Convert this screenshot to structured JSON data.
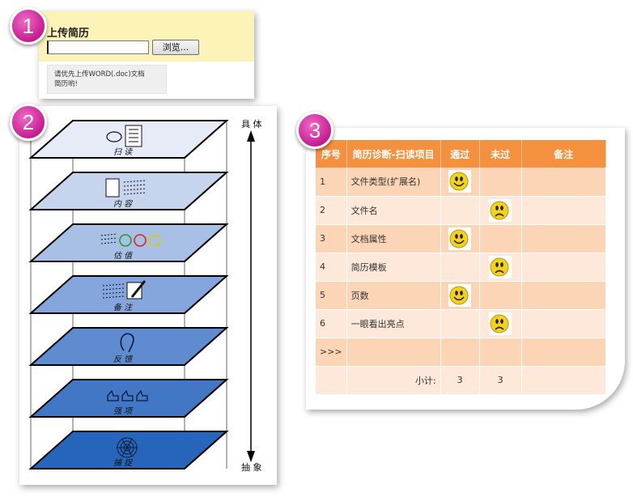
{
  "badges": [
    "1",
    "2",
    "3"
  ],
  "upload": {
    "title": "上传简历",
    "file_value": "",
    "browse_label": "浏览...",
    "hint_line1": "请优先上传WORD(.doc)文档",
    "hint_line2": "简历哟!"
  },
  "layers": {
    "axis_top": "具 体",
    "axis_bottom": "抽 象",
    "items": [
      {
        "label": "扫 读",
        "icon": "scan-document-icon",
        "color": "#e7ebf8"
      },
      {
        "label": "内 容",
        "icon": "content-list-icon",
        "color": "#c7d4ee"
      },
      {
        "label": "估 值",
        "icon": "evaluation-faces-icon",
        "color": "#a8c0e6"
      },
      {
        "label": "备 注",
        "icon": "notes-pen-icon",
        "color": "#85a6dc"
      },
      {
        "label": "反 馈",
        "icon": "ear-icon",
        "color": "#5f8bd0"
      },
      {
        "label": "强 项",
        "icon": "thumbs-up-icon",
        "color": "#4177c5"
      },
      {
        "label": "捕 捉",
        "icon": "spider-web-icon",
        "color": "#2566ba"
      }
    ]
  },
  "table": {
    "headers": [
      "序号",
      "简历诊断-扫读项目",
      "通过",
      "未过",
      "备注"
    ],
    "rows": [
      {
        "no": "1",
        "item": "文件类型(扩展名)",
        "result": "pass"
      },
      {
        "no": "2",
        "item": "文件名",
        "result": "fail"
      },
      {
        "no": "3",
        "item": "文档属性",
        "result": "pass"
      },
      {
        "no": "4",
        "item": "简历模板",
        "result": "fail"
      },
      {
        "no": "5",
        "item": "页数",
        "result": "pass"
      },
      {
        "no": "6",
        "item": "一眼看出亮点",
        "result": "fail"
      }
    ],
    "more_label": ">>>",
    "subtotal_label": "小计:",
    "pass_count": "3",
    "fail_count": "3"
  }
}
